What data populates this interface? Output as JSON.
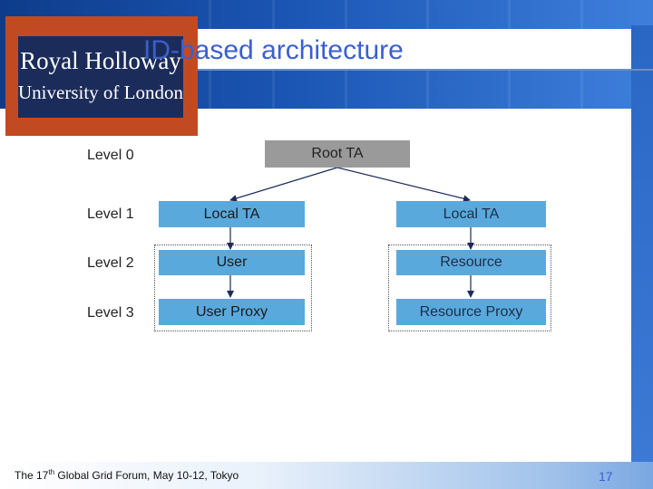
{
  "slide": {
    "title": "ID-based architecture",
    "logo": {
      "line1": "Royal Holloway",
      "line2": "University of London"
    },
    "levels": [
      "Level 0",
      "Level 1",
      "Level 2",
      "Level 3"
    ],
    "root": "Root TA",
    "left_branch": [
      "Local TA",
      "User",
      "User Proxy"
    ],
    "right_branch": [
      "Local TA",
      "Resource",
      "Resource Proxy"
    ],
    "footer": {
      "prefix": "The 17",
      "sup": "th",
      "suffix": " Global Grid Forum, May 10-12, Tokyo"
    },
    "page_number": "17"
  },
  "colors": {
    "node_fill": "#5aa9dc",
    "root_fill": "#9a9a9a",
    "title_color": "#3a5fd0",
    "arrow_color": "#1c2c5a"
  }
}
